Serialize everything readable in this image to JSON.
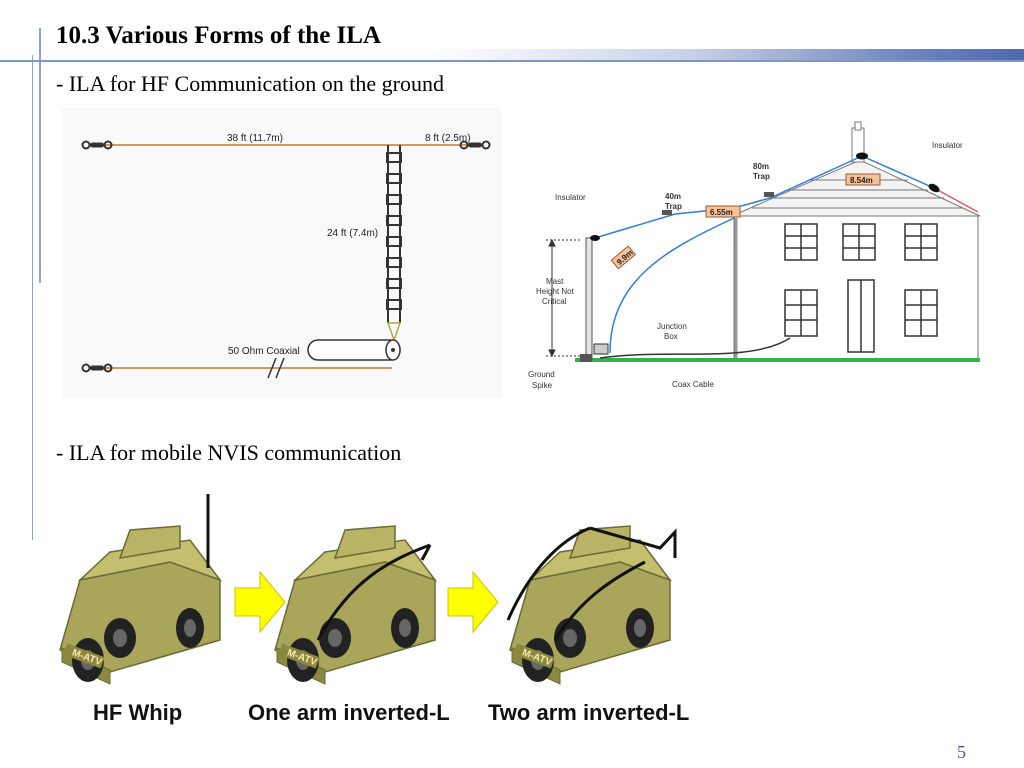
{
  "slide": {
    "title": "10.3  Various Forms of the ILA",
    "bullet1": "- ILA for HF Communication on the ground",
    "bullet2": "- ILA for mobile NVIS communication",
    "page_number": "5"
  },
  "ila_diagram": {
    "top_wire_label": "38 ft  (11.7m)",
    "right_wire_label": "8 ft (2.5m)",
    "vertical_label": "24 ft (7.4m)",
    "feed_label": "50 Ohm Coaxial"
  },
  "house_diagram": {
    "insulator_right": "Insulator",
    "insulator_left": "Insulator",
    "trap80": [
      "80m",
      "Trap"
    ],
    "trap40": [
      "40m",
      "Trap"
    ],
    "len_854": "8.54m",
    "len_655": "6.55m",
    "len_99": "9.9m",
    "mast_label": [
      "Mast",
      "Height Not",
      "Critical"
    ],
    "junction_label": [
      "Junction",
      "Box"
    ],
    "ground_label": [
      "Ground",
      "Spike"
    ],
    "coax_label": "Coax Cable"
  },
  "vehicles": {
    "captions": [
      "HF Whip",
      "One arm inverted-L",
      "Two arm inverted-L"
    ],
    "badge": "M-ATV"
  },
  "colors": {
    "accent": "#4f69b0",
    "arrow": "#ffff00",
    "vehicle": "#b5b05a",
    "wire": "#c9772e",
    "ground": "#2fb34a"
  }
}
